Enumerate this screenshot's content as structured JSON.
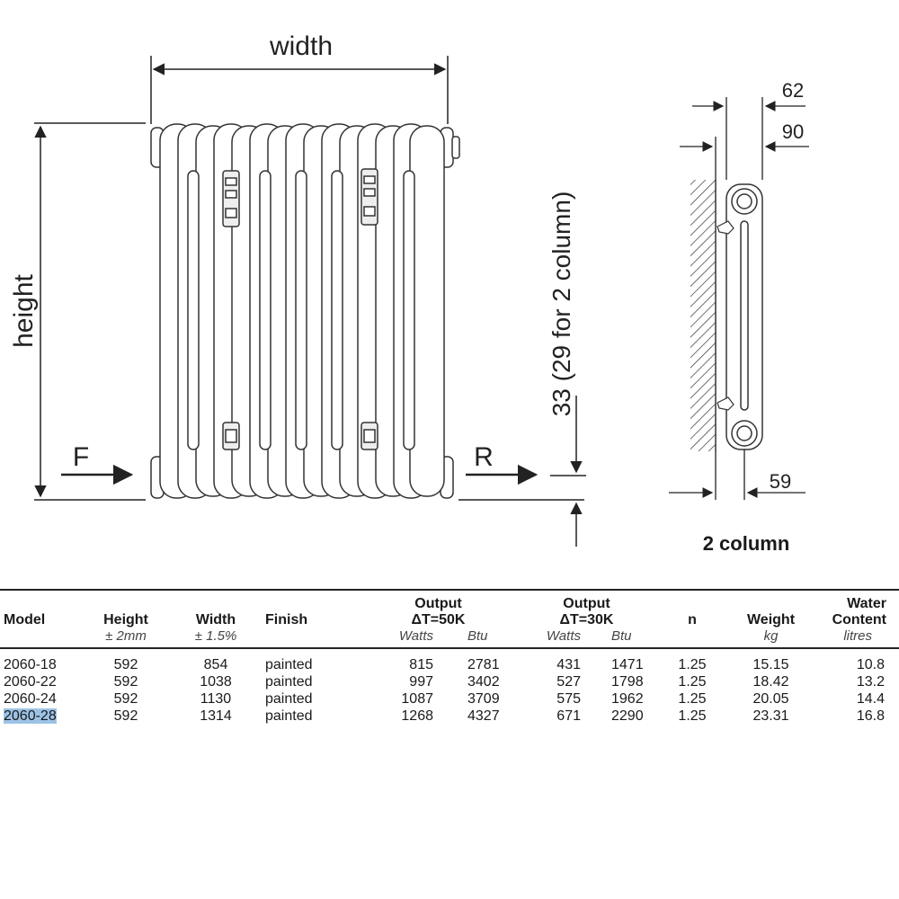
{
  "drawing": {
    "width_label": "width",
    "height_label": "height",
    "flow_label": "F",
    "return_label": "R",
    "offset_label": "33 (29 for 2 column)",
    "side_dim_top": "62",
    "side_dim_mid": "90",
    "side_dim_bottom": "59",
    "side_title": "2 column"
  },
  "table": {
    "headers": {
      "model": "Model",
      "height": "Height",
      "height_unit": "± 2mm",
      "width": "Width",
      "width_unit": "± 1.5%",
      "finish": "Finish",
      "output50_line1": "Output",
      "output50_line2": "ΔT=50K",
      "output30_line1": "Output",
      "output30_line2": "ΔT=30K",
      "watts": "Watts",
      "btu": "Btu",
      "n": "n",
      "weight": "Weight",
      "weight_unit": "kg",
      "water_line1": "Water",
      "water_line2": "Content",
      "water_unit": "litres"
    },
    "rows": [
      {
        "model": "2060-18",
        "height": "592",
        "width": "854",
        "finish": "painted",
        "w50": "815",
        "btu50": "2781",
        "w30": "431",
        "btu30": "1471",
        "n": "1.25",
        "weight": "15.15",
        "water": "10.8"
      },
      {
        "model": "2060-22",
        "height": "592",
        "width": "1038",
        "finish": "painted",
        "w50": "997",
        "btu50": "3402",
        "w30": "527",
        "btu30": "1798",
        "n": "1.25",
        "weight": "18.42",
        "water": "13.2"
      },
      {
        "model": "2060-24",
        "height": "592",
        "width": "1130",
        "finish": "painted",
        "w50": "1087",
        "btu50": "3709",
        "w30": "575",
        "btu30": "1962",
        "n": "1.25",
        "weight": "20.05",
        "water": "14.4"
      },
      {
        "model": "2060-28",
        "height": "592",
        "width": "1314",
        "finish": "painted",
        "w50": "1268",
        "btu50": "4327",
        "w30": "671",
        "btu30": "2290",
        "n": "1.25",
        "weight": "23.31",
        "water": "16.8"
      }
    ]
  }
}
